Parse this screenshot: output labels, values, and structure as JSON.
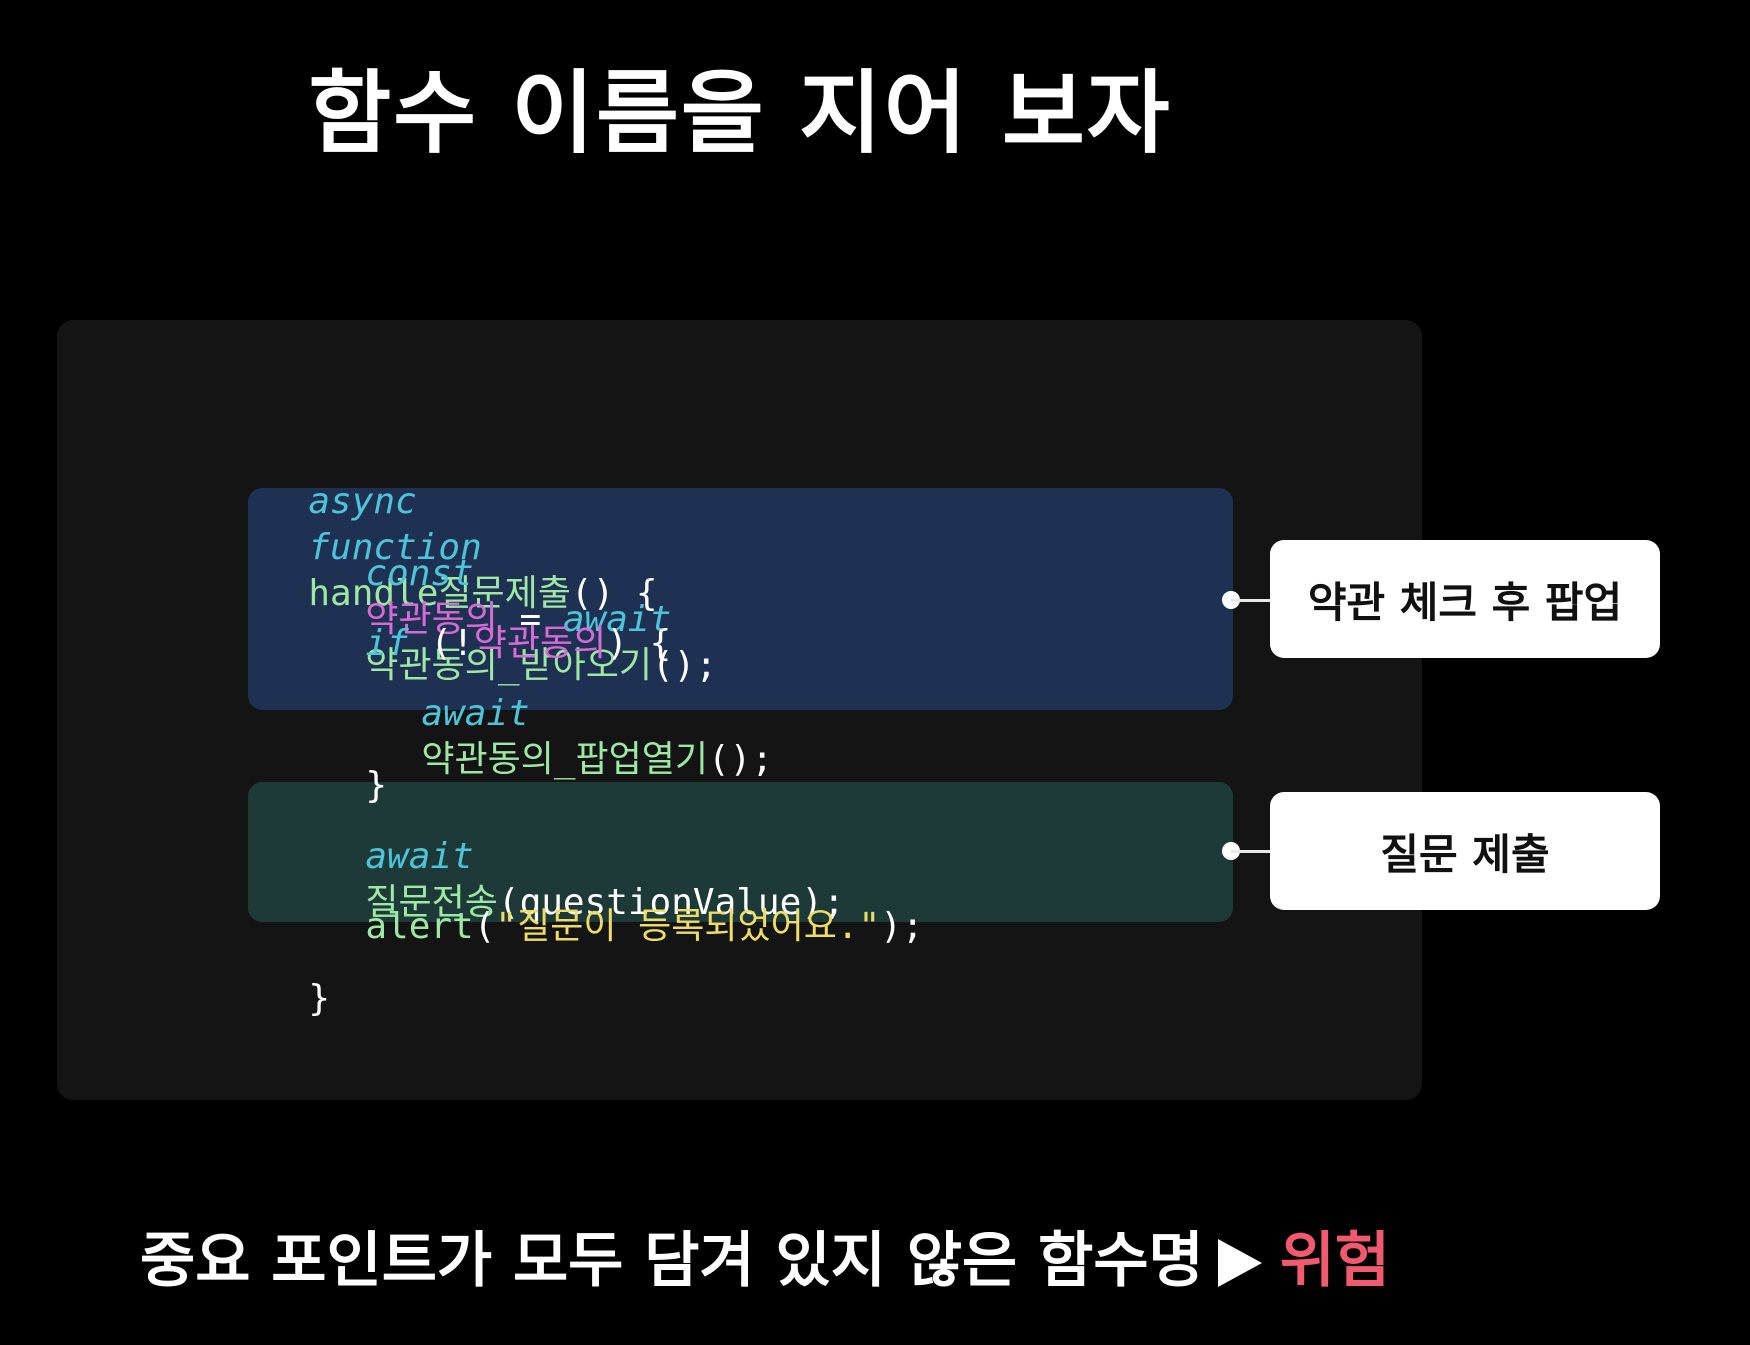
{
  "title": "함수 이름을 지어 보자",
  "colors": {
    "keyword": "#4fc3d8",
    "function": "#9ee7a5",
    "variable": "#d66bd6",
    "string": "#eddc68",
    "plain": "#ffffff",
    "terms_block_bg": "#1e3152",
    "submit_block_bg": "#1d3a39",
    "danger": "#f05a6e"
  },
  "code": {
    "line1": {
      "async": "async",
      "function": "function",
      "name": "handle질문제출",
      "rest": "() {"
    },
    "line2": {
      "const": "const",
      "var": "약관동의",
      "eq": " = ",
      "await": "await",
      "call": "약관동의_받아오기",
      "rest": "();"
    },
    "line3": {
      "if": "if",
      "open": " (!",
      "var": "약관동의",
      "rest": ") {"
    },
    "line4": {
      "await": "await",
      "call": "약관동의_팝업열기",
      "rest": "();"
    },
    "line5": {
      "brace": "}"
    },
    "line6": {
      "await": "await",
      "call": "질문전송",
      "rest": "(questionValue);"
    },
    "line7": {
      "call": "alert",
      "open": "(",
      "str": "\"질문이 등록되었어요.\"",
      "rest": ");"
    },
    "line8": {
      "brace": "}"
    }
  },
  "callouts": {
    "terms": "약관 체크 후 팝업",
    "submit": "질문 제출"
  },
  "caption": {
    "text": "중요 포인트가 모두 담겨 있지 않은 함수명",
    "warning": "위험"
  }
}
